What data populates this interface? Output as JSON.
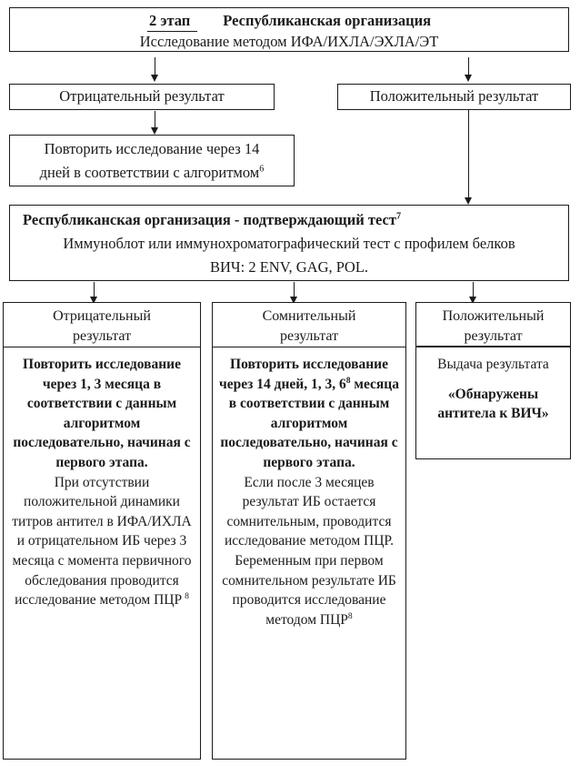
{
  "diagram": {
    "top_box": {
      "stage_label": "2 этап",
      "org_label": "Республиканская организация",
      "method_line": "Исследование методом  ИФА/ИХЛА/ЭХЛА/ЭТ"
    },
    "negative_box_label": "Отрицательный результат",
    "positive_box_label": "Положительный результат",
    "repeat_box": {
      "text": "Повторить исследование через 14 дней в соответствии с алгоритмом",
      "sup": "6"
    },
    "confirm_box": {
      "title": "Республиканская организация - подтверждающий тест",
      "title_sup": "7",
      "line2": "Иммуноблот или иммунохроматографический тест с профилем белков",
      "line3": "ВИЧ: 2 ENV, GAG, POL."
    },
    "col_negative": {
      "header_line1": "Отрицательный",
      "header_line2": "результат",
      "bold_text": "Повторить исследование через 1, 3 месяца в соответствии с данным алгоритмом последовательно, начиная с первого этапа.",
      "text": "При отсутствии положительной динамики титров антител в ИФА/ИХЛА и отрицательном ИБ через 3 месяца с момента первичного обследования проводится исследование методом ПЦР",
      "text_sup": "8"
    },
    "col_doubtful": {
      "header_line1": "Сомнительный",
      "header_line2": "результат",
      "bold_pre": "Повторить исследование через 14 дней, 1, 3, 6",
      "bold_sup": "8",
      "bold_post": " месяца в соответствии с данным алгоритмом последовательно, начиная с первого этапа.",
      "para1": "Если после 3 месяцев результат ИБ остается сомнительным, проводится исследование методом ПЦР.",
      "para2": "Беременным при первом сомнительном результате ИБ проводится исследование методом ПЦР",
      "para2_sup": "8"
    },
    "col_positive": {
      "header_line1": "Положительный",
      "header_line2": "результат",
      "issue_line": "Выдача результата",
      "bold_text": "«Обнаружены антитела к ВИЧ»"
    }
  }
}
